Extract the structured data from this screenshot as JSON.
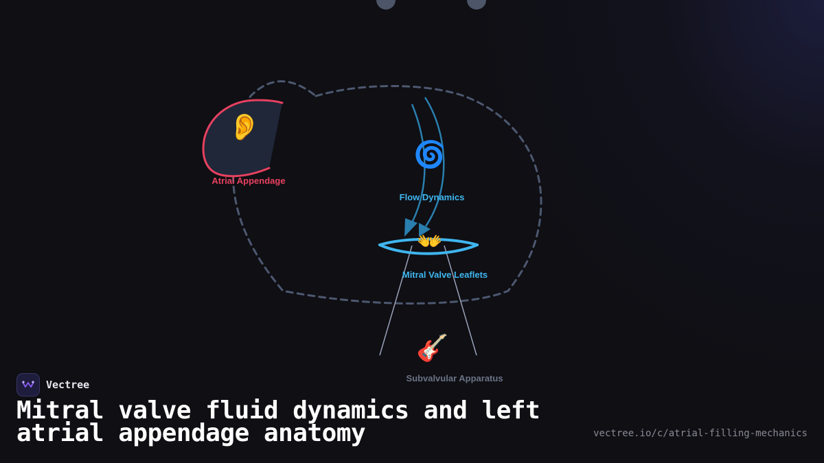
{
  "diagram": {
    "nodes": {
      "atrial_appendage": {
        "label": "Atrial Appendage",
        "icon": "ear-icon",
        "glyph": "👂",
        "color": "#e8415f"
      },
      "flow_dynamics": {
        "label": "Flow Dynamics",
        "icon": "cyclone-icon",
        "glyph": "🌀",
        "color": "#3fb6ef"
      },
      "mitral_valve_leaflets": {
        "label": "Mitral Valve Leaflets",
        "icon": "open-hands-icon",
        "glyph": "👐",
        "color": "#3fb6ef"
      },
      "subvalvular_apparatus": {
        "label": "Subvalvular Apparatus",
        "icon": "guitar-icon",
        "glyph": "🎸",
        "color": "#6b7385"
      }
    },
    "outline_color": "#4d5870",
    "flow_arrow_color": "#2a7fae"
  },
  "footer": {
    "brand_name": "Vectree",
    "title": "Mitral valve fluid dynamics and left atrial appendage anatomy",
    "url": "vectree.io/c/atrial-filling-mechanics"
  }
}
